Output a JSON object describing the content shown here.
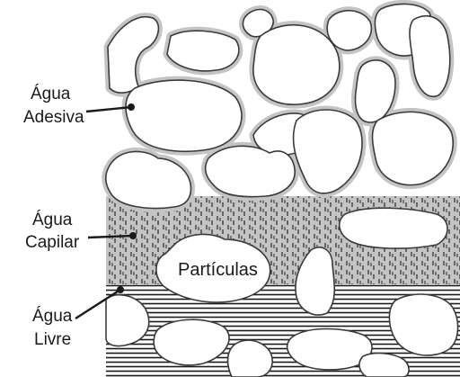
{
  "labels": {
    "adhesive_water": [
      "Água",
      "Adesiva"
    ],
    "capillary_water": [
      "Água",
      "Capilar"
    ],
    "free_water": [
      "Água",
      "Livre"
    ],
    "particles": "Partículas"
  },
  "colors": {
    "water_film": "#c4c4c4",
    "grain_fill": "#ffffff",
    "grain_outline": "#3a3a3a",
    "hatch": "#1a1a1a"
  }
}
